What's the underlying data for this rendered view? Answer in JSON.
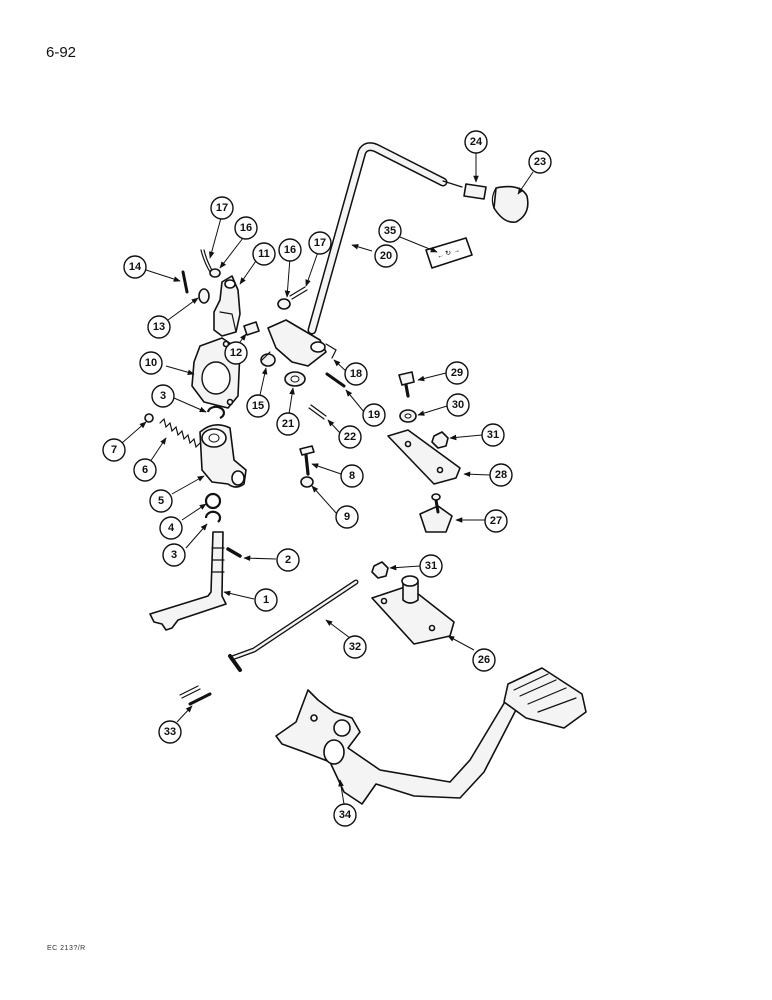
{
  "page": {
    "number": "6-92",
    "ref_code": "EC 213?/R"
  },
  "callouts": [
    "1",
    "2",
    "3",
    "3",
    "4",
    "5",
    "6",
    "7",
    "8",
    "9",
    "10",
    "11",
    "12",
    "13",
    "14",
    "15",
    "16",
    "16",
    "17",
    "17",
    "18",
    "19",
    "20",
    "21",
    "22",
    "23",
    "24",
    "26",
    "27",
    "28",
    "29",
    "30",
    "31",
    "31",
    "32",
    "33",
    "34",
    "35"
  ],
  "decal_text": "← ↻ →"
}
